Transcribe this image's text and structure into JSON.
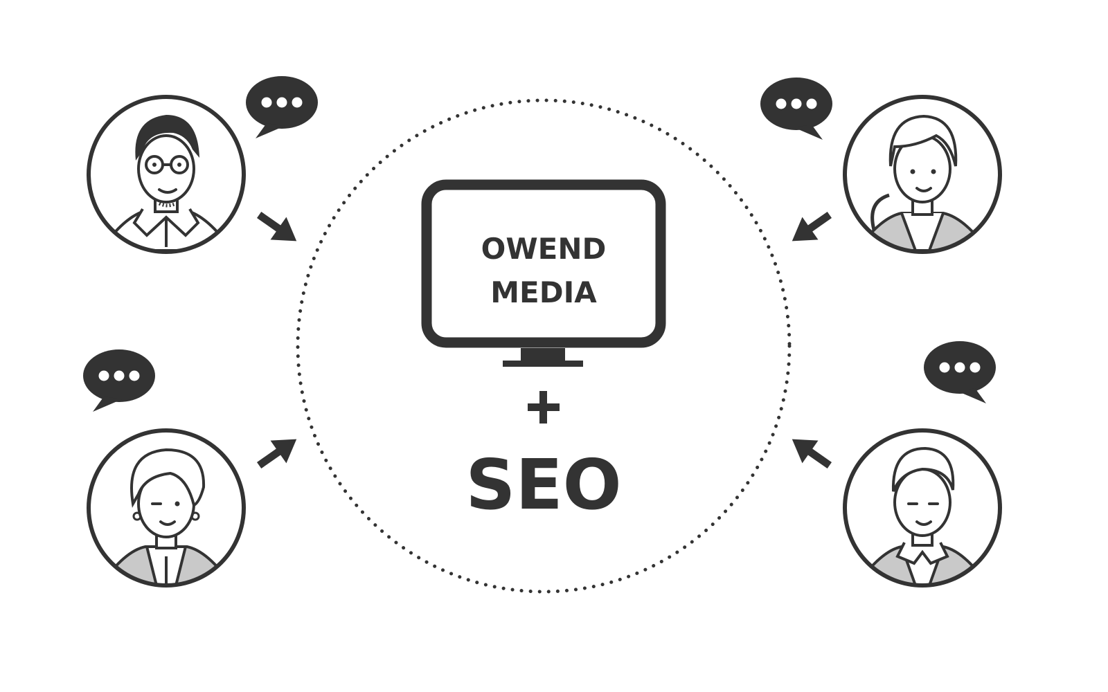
{
  "colors": {
    "ink": "#333333",
    "background": "#ffffff",
    "shade": "#c9c9c9"
  },
  "center": {
    "monitor_label_line1": "OWEND",
    "monitor_label_line2": "MEDIA",
    "plus": "+",
    "seo": "SEO"
  },
  "people": [
    {
      "name": "man-with-glasses",
      "side": "left",
      "speech_bubble": true,
      "arrow": "inward"
    },
    {
      "name": "woman-ponytail",
      "side": "right",
      "speech_bubble": true,
      "arrow": "inward"
    },
    {
      "name": "older-woman-with-earrings",
      "side": "left",
      "speech_bubble": true,
      "arrow": "inward"
    },
    {
      "name": "man-in-suit",
      "side": "right",
      "speech_bubble": true,
      "arrow": "inward"
    }
  ],
  "icons": [
    "speech-bubble-icon",
    "arrow-icon",
    "monitor-icon",
    "avatar-icon"
  ]
}
